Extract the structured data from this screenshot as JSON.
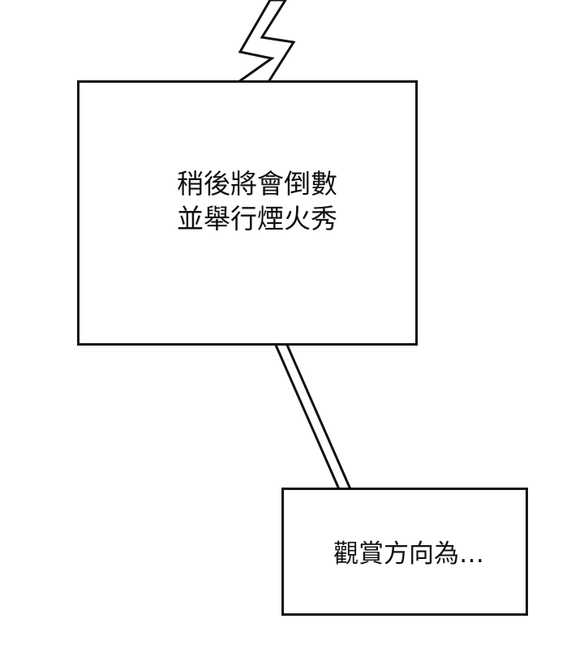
{
  "panel": {
    "bubbles": [
      {
        "lines": [
          "稍後將會倒數",
          "並舉行煙火秀"
        ]
      },
      {
        "lines": [
          "觀賞方向為…"
        ]
      }
    ]
  },
  "colors": {
    "background": "#ffffff",
    "ink": "#111111"
  }
}
